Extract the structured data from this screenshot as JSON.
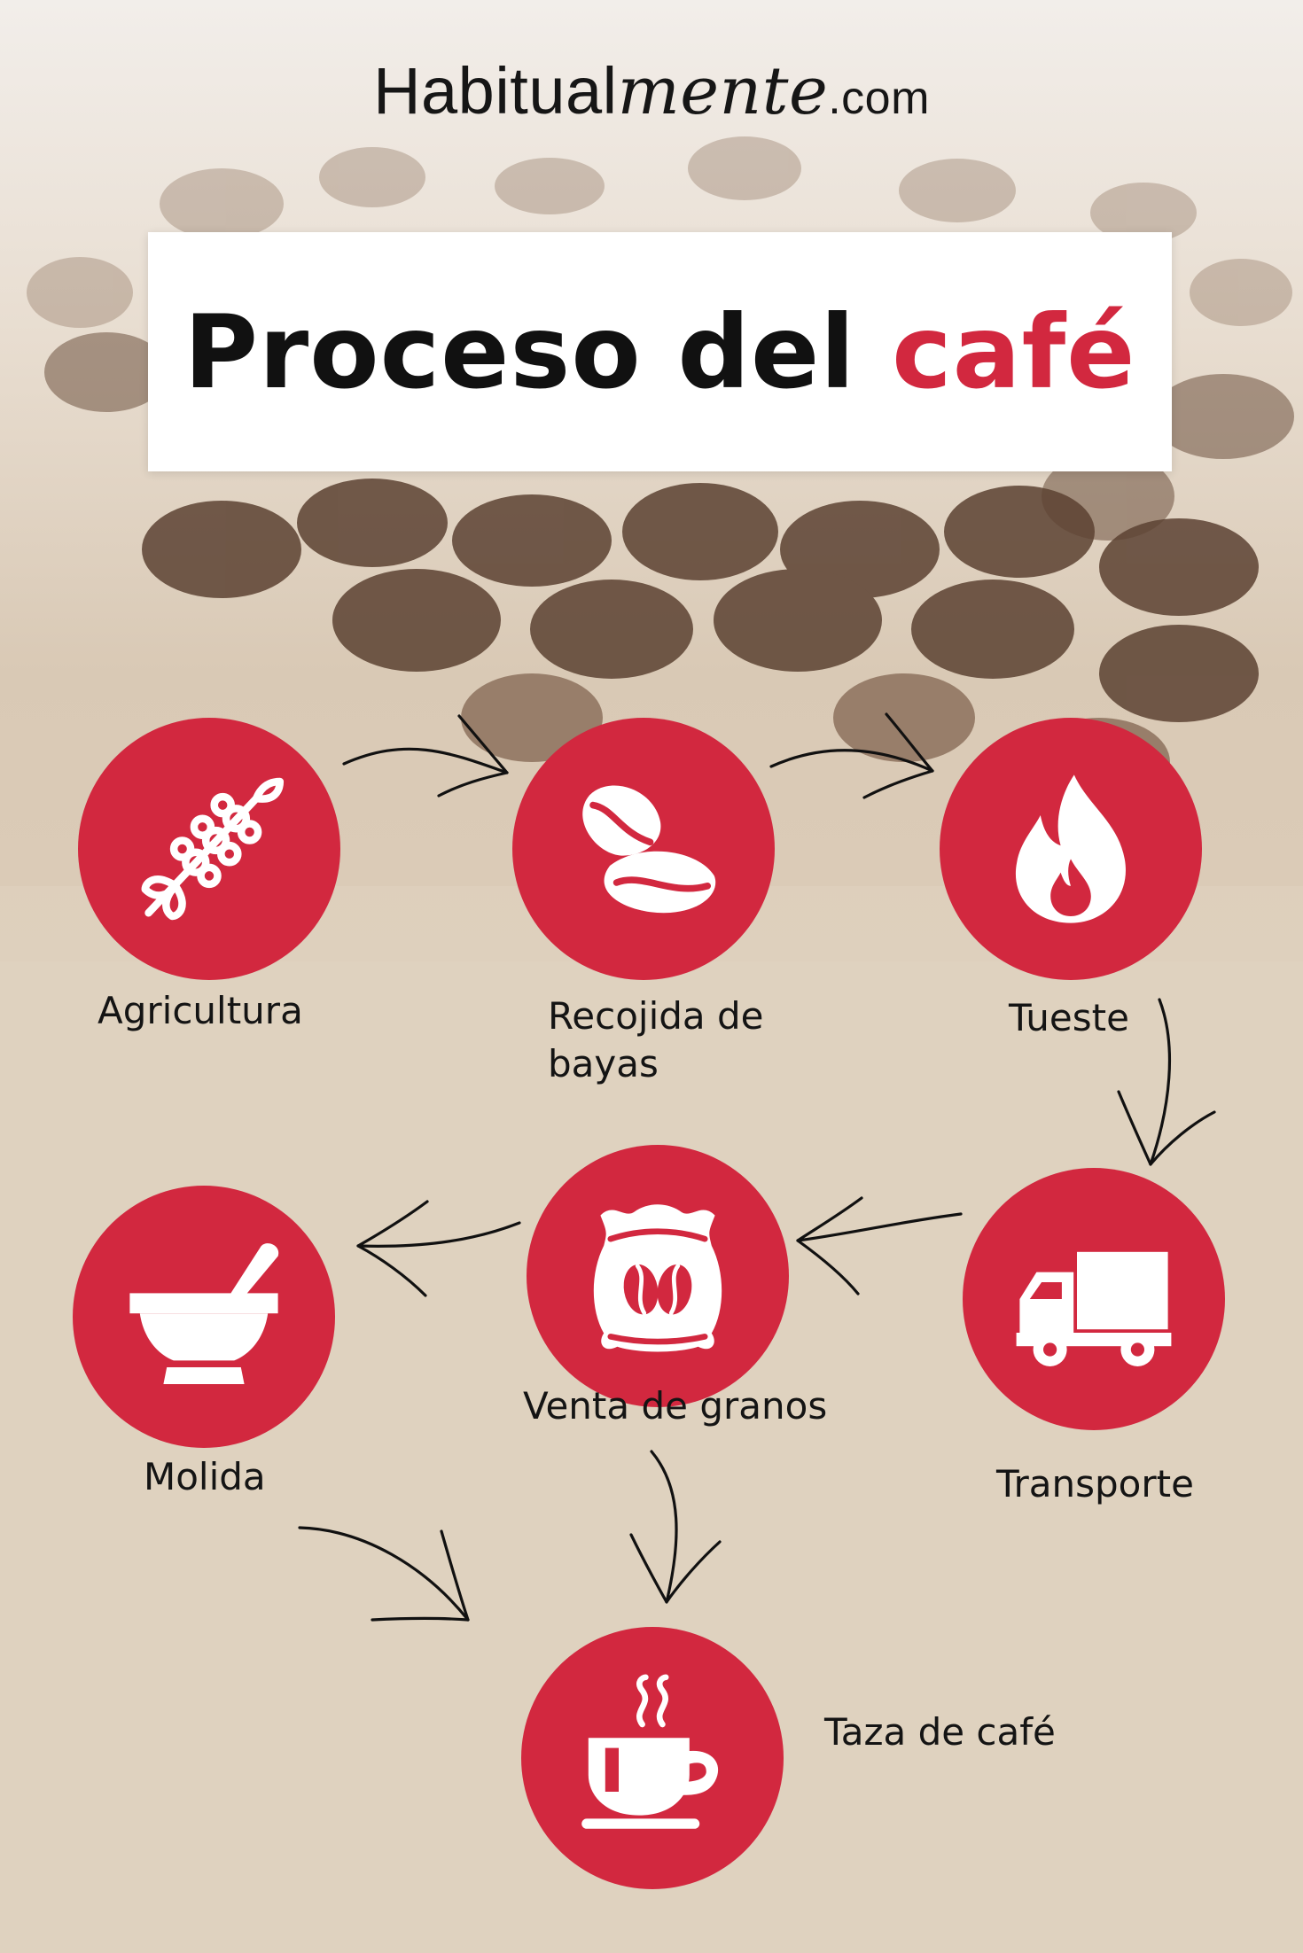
{
  "brand": {
    "prefix": "Habitual",
    "italic": "mente",
    "suffix": ".com"
  },
  "title": {
    "main": "Proceso del",
    "highlight": "café"
  },
  "colors": {
    "accent": "#d2283f",
    "background": "#dfd2bf",
    "text": "#141414"
  },
  "steps": [
    {
      "label": "Agricultura",
      "icon": "wheat-icon"
    },
    {
      "label": "Recojida de bayas",
      "icon": "coffee-beans-icon"
    },
    {
      "label": "Tueste",
      "icon": "flame-icon"
    },
    {
      "label": "Transporte",
      "icon": "truck-icon"
    },
    {
      "label": "Venta de granos",
      "icon": "coffee-sack-icon"
    },
    {
      "label": "Molida",
      "icon": "mortar-pestle-icon"
    },
    {
      "label": "Taza de café",
      "icon": "coffee-cup-icon"
    }
  ]
}
